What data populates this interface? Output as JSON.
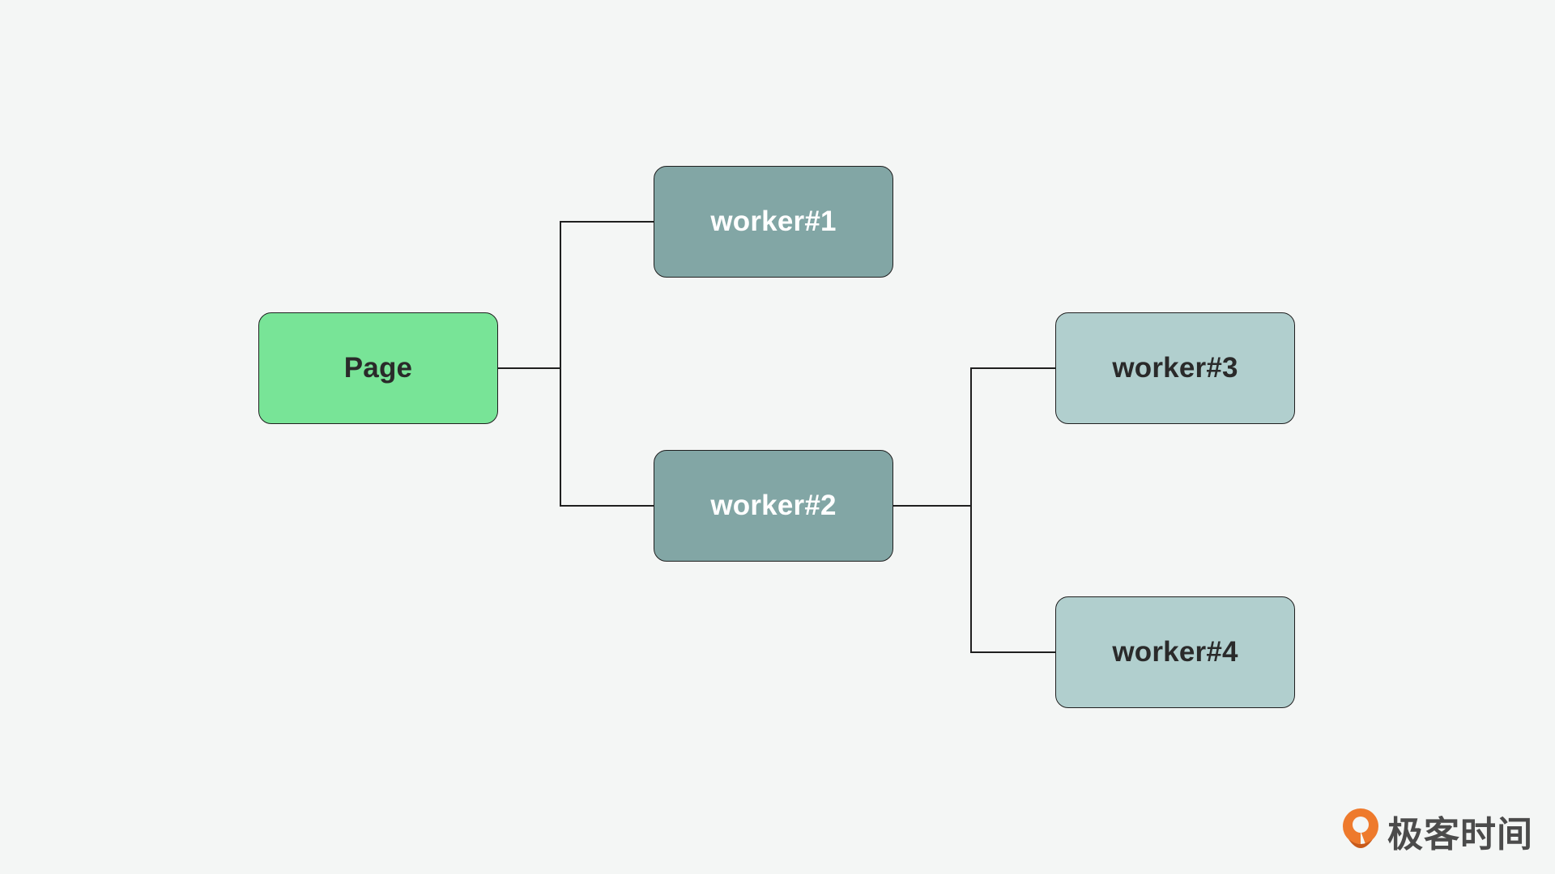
{
  "colors": {
    "background": "#f4f6f5",
    "root_fill": "#78e497",
    "root_text": "#2a2a2a",
    "dark_fill": "#82a6a5",
    "dark_text": "#ffffff",
    "light_fill": "#b1cfce",
    "light_text": "#2a2a2a",
    "line": "#1f1f1f",
    "logo_orange": "#ee7a2c"
  },
  "nodes": {
    "root": {
      "label": "Page"
    },
    "worker1": {
      "label": "worker#1"
    },
    "worker2": {
      "label": "worker#2"
    },
    "worker3": {
      "label": "worker#3"
    },
    "worker4": {
      "label": "worker#4"
    }
  },
  "edges": [
    {
      "from": "Page",
      "to": "worker#1"
    },
    {
      "from": "Page",
      "to": "worker#2"
    },
    {
      "from": "worker#2",
      "to": "worker#3"
    },
    {
      "from": "worker#2",
      "to": "worker#4"
    }
  ],
  "logo": {
    "icon": "geektime-logo-icon",
    "text": "极客时间"
  }
}
